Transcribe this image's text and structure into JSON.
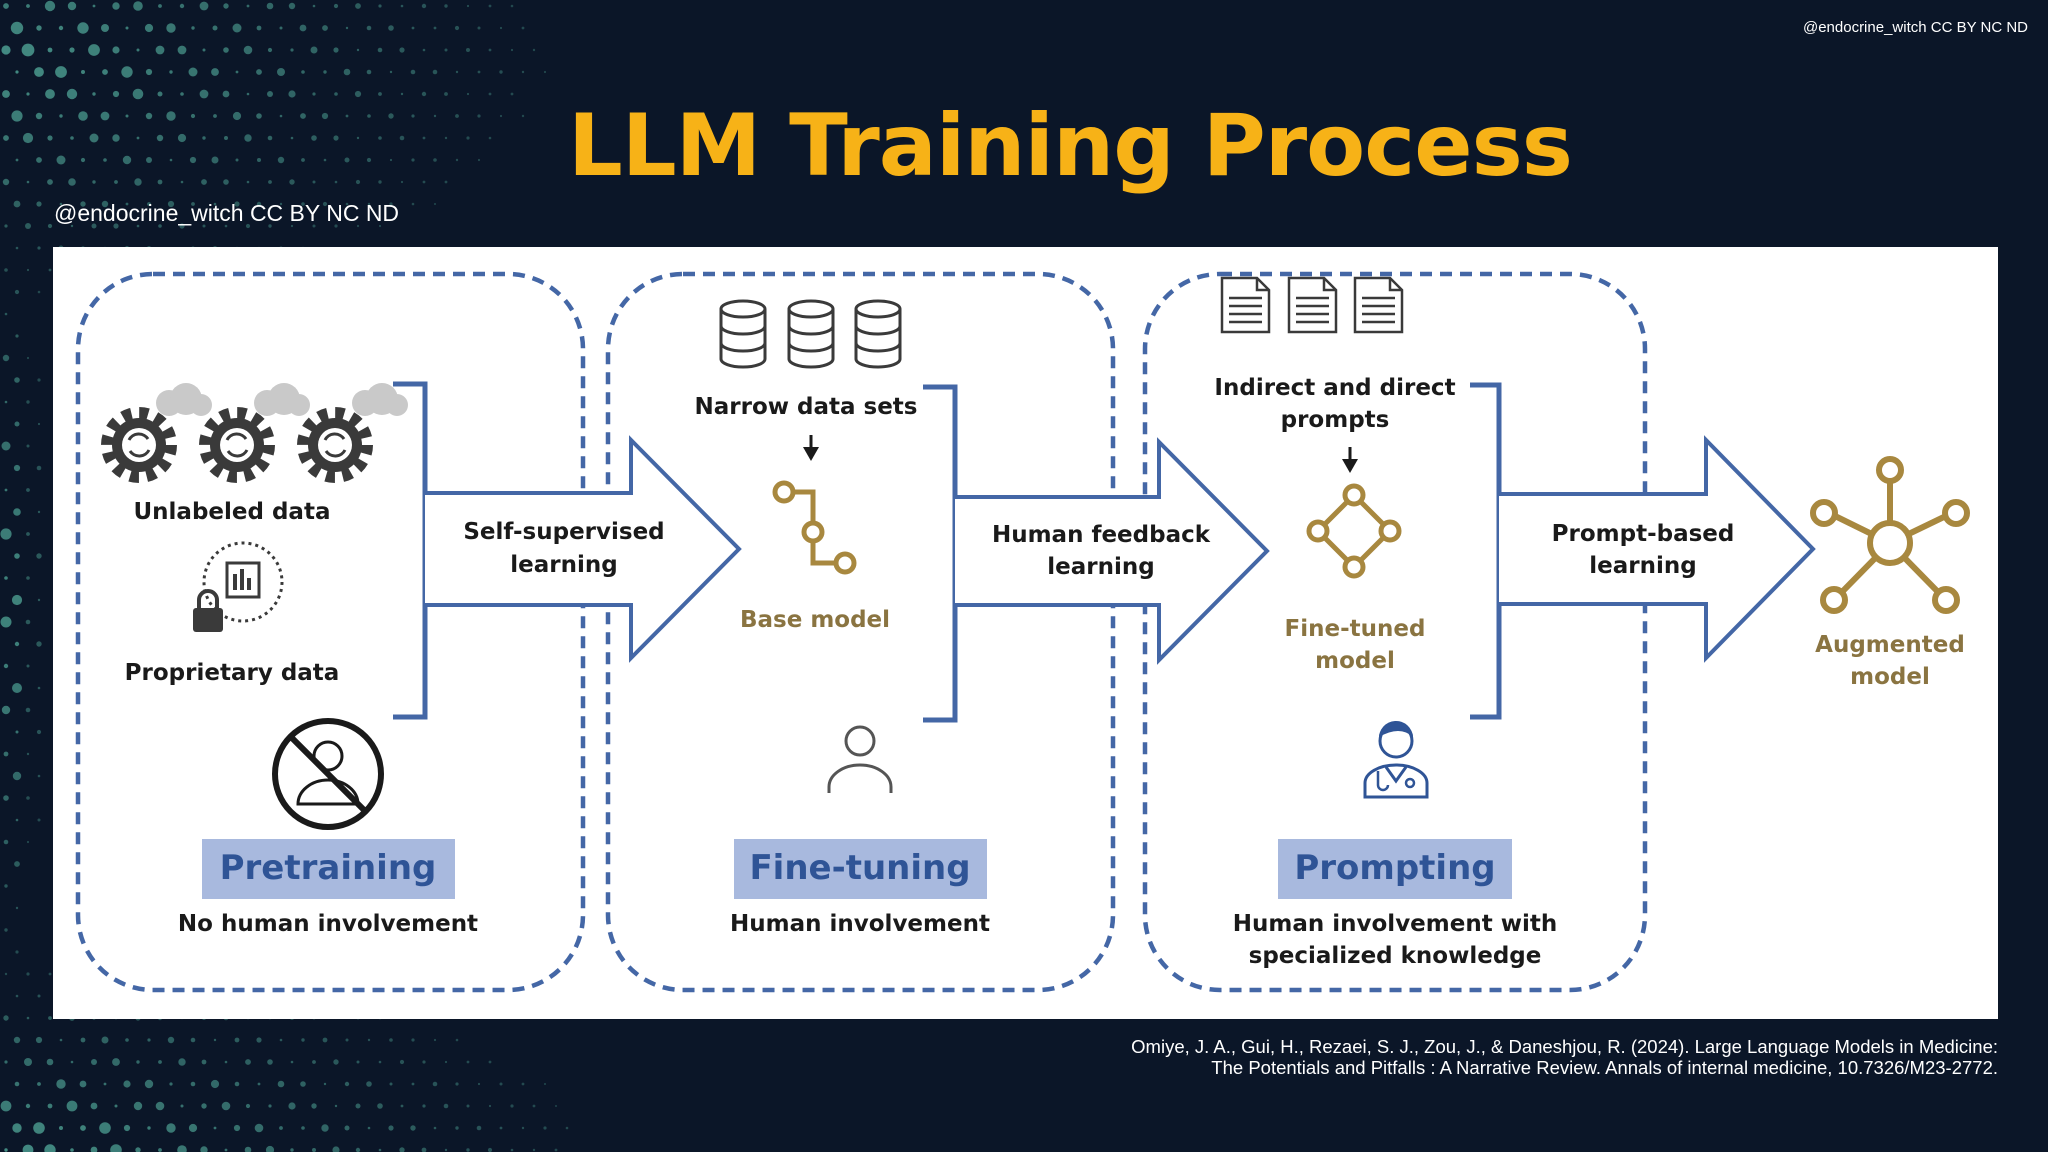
{
  "watermark_top": "@endocrine_witch CC BY NC ND",
  "watermark_left": "@endocrine_witch CC BY NC ND",
  "title": "LLM Training Process",
  "colors": {
    "background": "#0b1628",
    "title": "#f7b217",
    "dots": "#4a9a8e",
    "blue": "#4467a6",
    "label_fill": "#a8b9de",
    "label_text": "#2f5496",
    "gold": "#a8883f",
    "icon_gray": "#3a3a3a"
  },
  "stages": {
    "pretraining": {
      "label": "Pretraining",
      "subtitle": "No human involvement",
      "unlabeled": "Unlabeled data",
      "proprietary": "Proprietary data"
    },
    "finetuning": {
      "label": "Fine-tuning",
      "subtitle": "Human involvement",
      "narrow_line1": "Narrow data sets",
      "base_model": "Base model"
    },
    "prompting": {
      "label": "Prompting",
      "subtitle_line1": "Human involvement with",
      "subtitle_line2": "specialized knowledge",
      "prompts_line1": "Indirect and direct",
      "prompts_line2": "prompts",
      "finetuned_line1": "Fine-tuned",
      "finetuned_line2": "model"
    }
  },
  "arrows": {
    "self_supervised_line1": "Self-supervised",
    "self_supervised_line2": "learning",
    "human_feedback_line1": "Human feedback",
    "human_feedback_line2": "learning",
    "prompt_based_line1": "Prompt-based",
    "prompt_based_line2": "learning"
  },
  "augmented_line1": "Augmented",
  "augmented_line2": "model",
  "citation": {
    "line1": "Omiye, J. A., Gui, H., Rezaei, S. J., Zou, J., & Daneshjou, R. (2024). Large Language Models in Medicine:",
    "line2": "The Potentials and Pitfalls : A Narrative Review. Annals of internal medicine, 10.7326/M23-2772."
  }
}
